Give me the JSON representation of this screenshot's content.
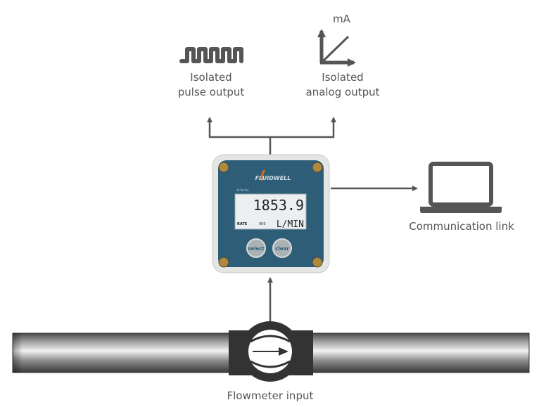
{
  "outputs": {
    "pulse": {
      "line1": "Isolated",
      "line2": "pulse output"
    },
    "analog": {
      "unit": "mA",
      "line1": "Isolated",
      "line2": "analog output"
    }
  },
  "device": {
    "brand": "FLUIDWELL",
    "series": "B-Series",
    "display_value": "1853.9",
    "display_unit": "L/MIN",
    "display_mode": "RATE",
    "display_multiplier": "000",
    "select_label": "select",
    "clear_label": "clear"
  },
  "communication": {
    "label": "Communication link"
  },
  "flowmeter": {
    "label": "Flowmeter input"
  },
  "colors": {
    "arrow": "#555555",
    "panel": "#2e5d77",
    "bezel": "#e4e6e4",
    "lcd": "#eceff2"
  }
}
